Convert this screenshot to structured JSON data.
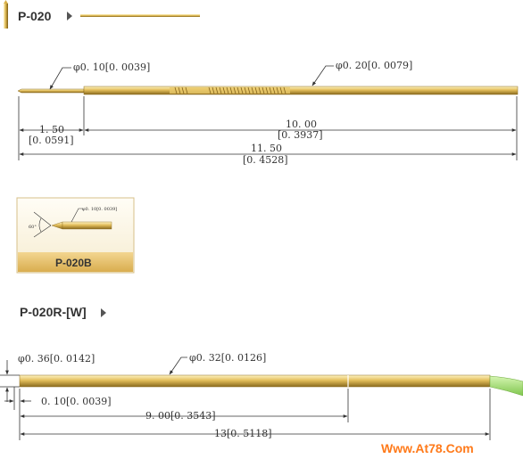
{
  "section1": {
    "title": "P-020",
    "dims": {
      "tip_dia": "φ0. 10[0. 0039]",
      "body_dia": "φ0. 20[0. 0079]",
      "tip_len_mm": "1. 50",
      "tip_len_in": "[0. 0591]",
      "body_len_mm": "10. 00",
      "body_len_in": "[0. 3937]",
      "total_len_mm": "11. 50",
      "total_len_in": "[0. 4528]"
    }
  },
  "thumbnail": {
    "label": "P-020B",
    "angle": "60°",
    "dia": "φ0. 10[0. 0039]"
  },
  "section2": {
    "title": "P-020R-[W]",
    "dims": {
      "outer_dia": "φ0. 36[0. 0142]",
      "body_dia": "φ0. 32[0. 0126]",
      "offset": "0. 10[0. 0039]",
      "mid_len": "9. 00[0. 3543]",
      "total_len": "13[0. 5118]"
    }
  },
  "watermark": "Www.At78.Com",
  "colors": {
    "gold_light": "#f4dc8c",
    "gold_mid": "#d8b14a",
    "gold_dark": "#8a6a1e",
    "wire_green": "#a9e07a",
    "dim_line": "#333333",
    "accent_orange": "#ff7a1a"
  }
}
